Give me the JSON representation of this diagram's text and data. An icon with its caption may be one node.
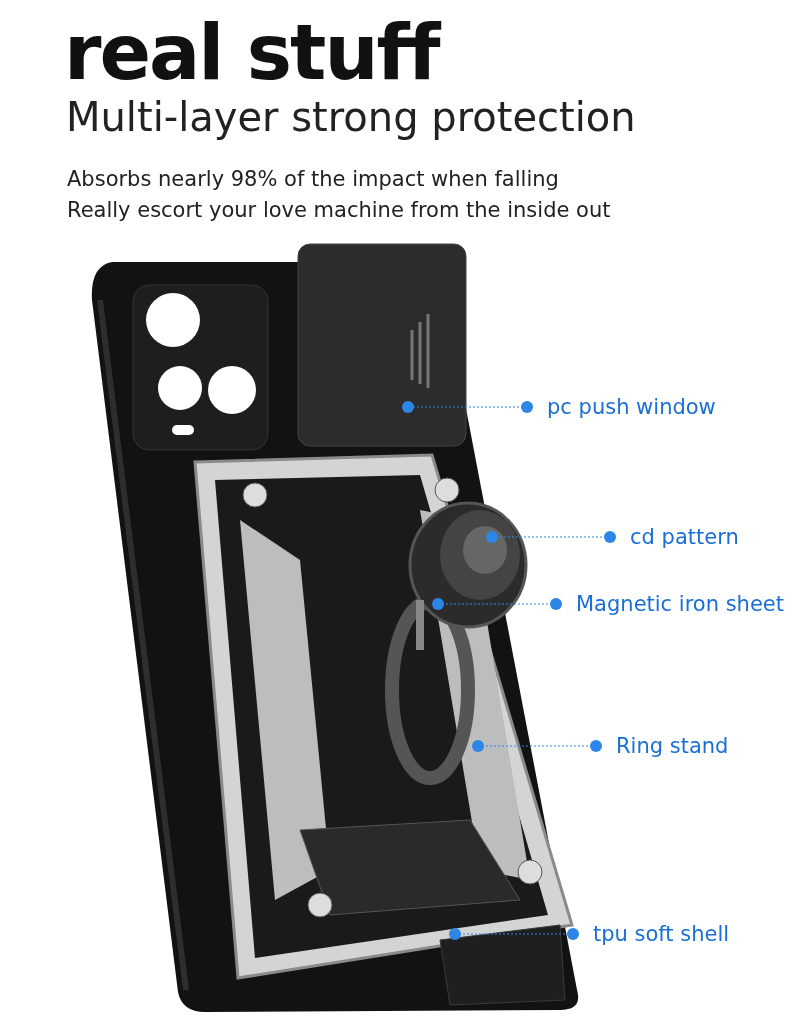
{
  "diagram": {
    "title": "real stuff",
    "nodes": [
      {
        "text": [
          "pc push window"
        ]
      },
      {
        "text": [
          "cd pattern"
        ]
      },
      {
        "text": [
          "Magnetic iron sheet"
        ]
      },
      {
        "text": [
          "Ring stand"
        ]
      },
      {
        "text": [
          "tpu soft shell"
        ]
      }
    ],
    "edges": [
      {
        "from": 0,
        "to": null,
        "arrow": "other",
        "style": "dashed"
      },
      {
        "from": 1,
        "to": null,
        "arrow": "other",
        "style": "dashed"
      },
      {
        "from": 2,
        "to": null,
        "arrow": "other",
        "style": "dashed"
      },
      {
        "from": 3,
        "to": null,
        "arrow": "other",
        "style": "dashed"
      },
      {
        "from": 4,
        "to": null,
        "arrow": "other",
        "style": "dashed"
      }
    ],
    "labels": [
      "Multi-layer strong protection",
      "Absorbs nearly 98% of the impact when falling",
      "Really escort your love machine from the inside out"
    ]
  }
}
